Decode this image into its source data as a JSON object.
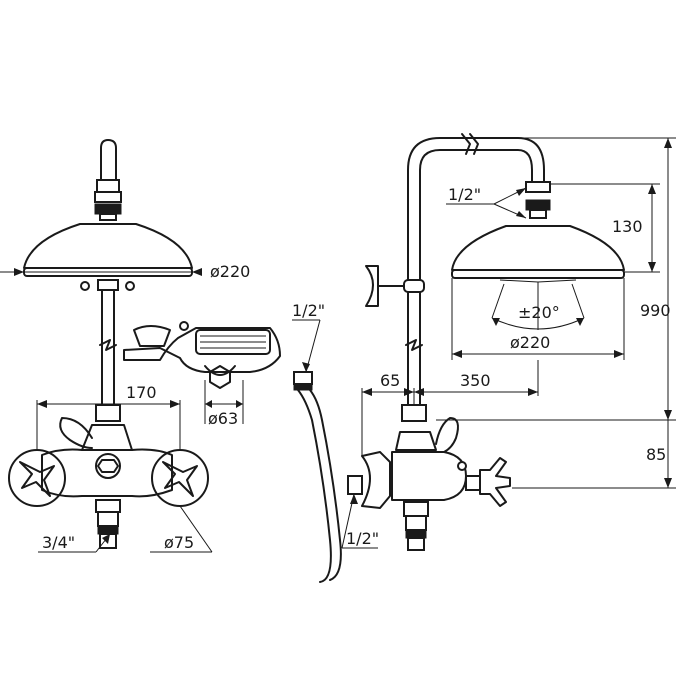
{
  "dimensions": {
    "head_dia_left": "ø220",
    "hand_inlet": "1/2\"",
    "spacing": "170",
    "wall_plate_dia": "ø63",
    "inlet_left": "3/4\"",
    "handle_dia": "ø75",
    "top_inlet": "1/2\"",
    "head_height": "130",
    "tilt": "±20°",
    "head_dia_right": "ø220",
    "total_height": "990",
    "offset_small": "65",
    "offset_large": "350",
    "mixer_height": "85",
    "side_inlet": "1/2\""
  }
}
